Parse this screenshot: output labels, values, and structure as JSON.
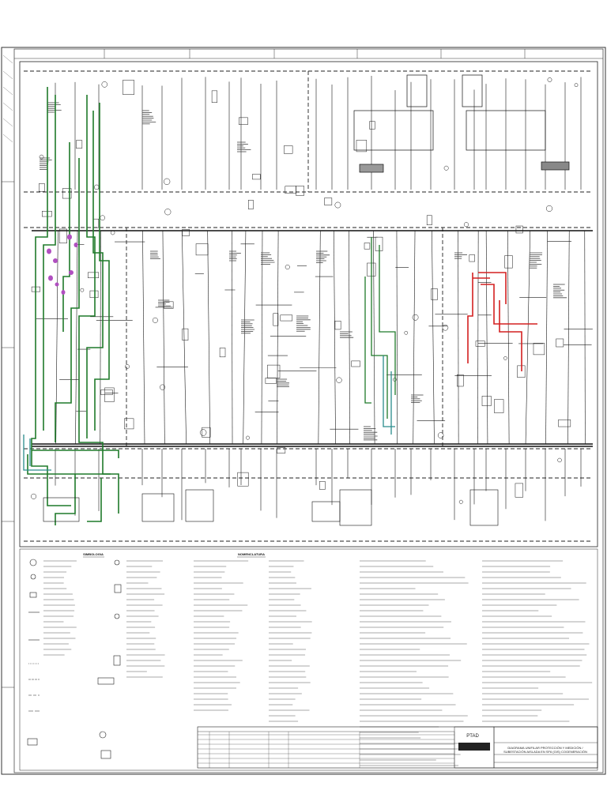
{
  "legend": {
    "simbologia_title": "SIMBOLOGIA",
    "nomenclatura_title": "NOMENCLATURA"
  },
  "title_block": {
    "company_code": "PTAD",
    "drawing_title_line1": "DIAGRAMA UNIFILAR PROTECCIÓN Y MEDICIÓN /",
    "drawing_title_line2": "SUBESTACIÓN AISLADA EN SF6 (GIS) COGENERACIÓN"
  },
  "colors": {
    "line": "#1a1a1a",
    "green_circuit": "#1f7a2a",
    "teal_circuit": "#2a8c8c",
    "red_circuit": "#d42020",
    "magenta_marker": "#b04fc0",
    "frame": "#2a2a2a"
  }
}
